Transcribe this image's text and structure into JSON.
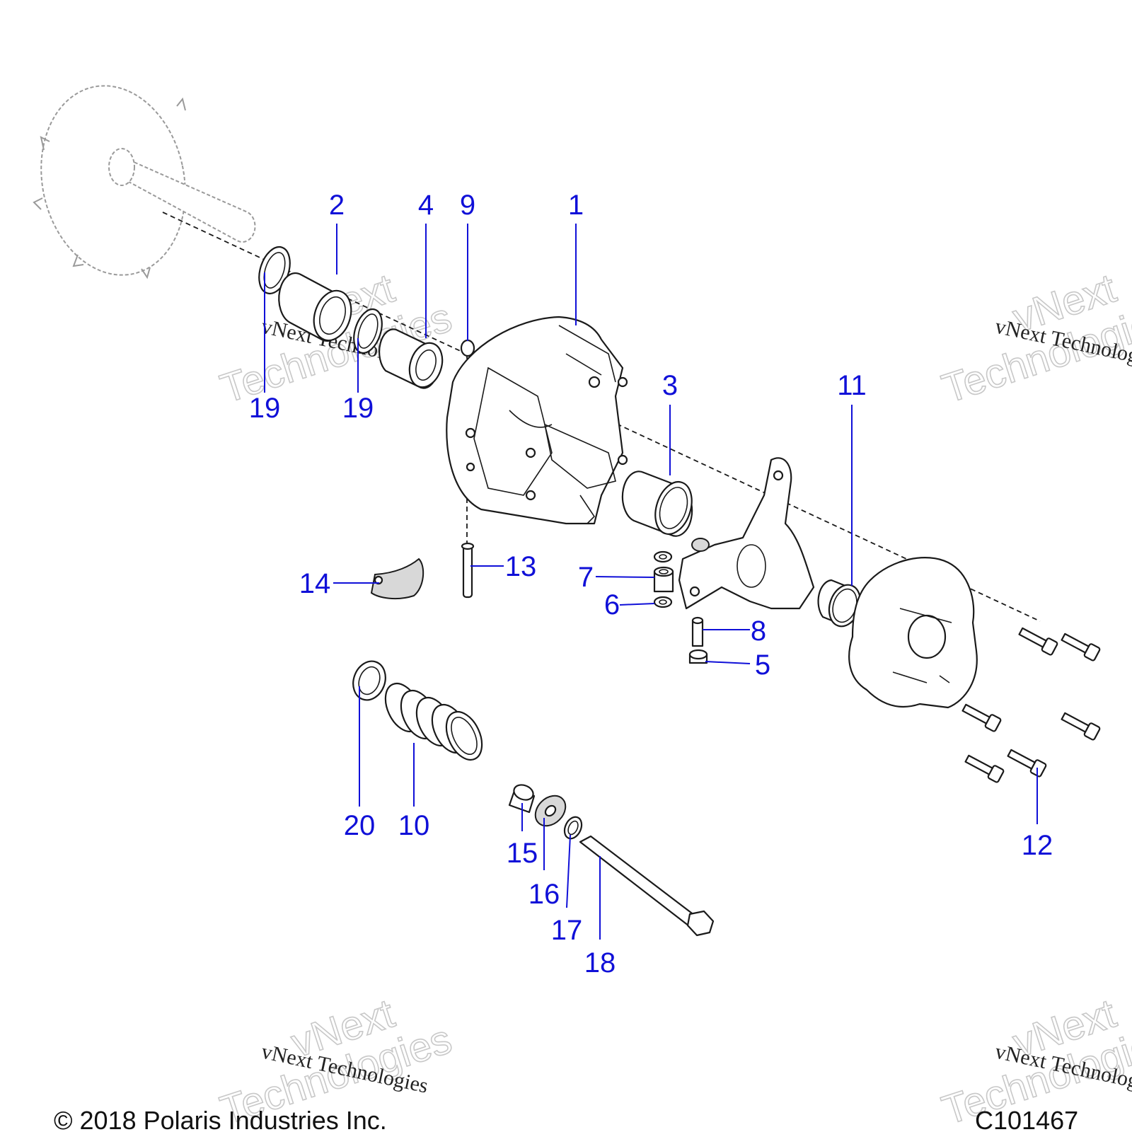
{
  "callouts": {
    "c1": "1",
    "c2": "2",
    "c3": "3",
    "c4": "4",
    "c5": "5",
    "c6": "6",
    "c7": "7",
    "c8": "8",
    "c9": "9",
    "c10": "10",
    "c11": "11",
    "c12": "12",
    "c13": "13",
    "c14": "14",
    "c15": "15",
    "c16": "16",
    "c17": "17",
    "c18": "18",
    "c19a": "19",
    "c19b": "19",
    "c20": "20"
  },
  "watermark": {
    "line1": "vNext Technologies",
    "word1": "vNext",
    "word2": "Technologies"
  },
  "footer": {
    "copyright": "© 2018 Polaris Industries Inc.",
    "drawing_id": "C101467"
  },
  "colors": {
    "callout": "#1010d8",
    "line": "#1a1a1a",
    "ghost": "#9a9a9a"
  }
}
